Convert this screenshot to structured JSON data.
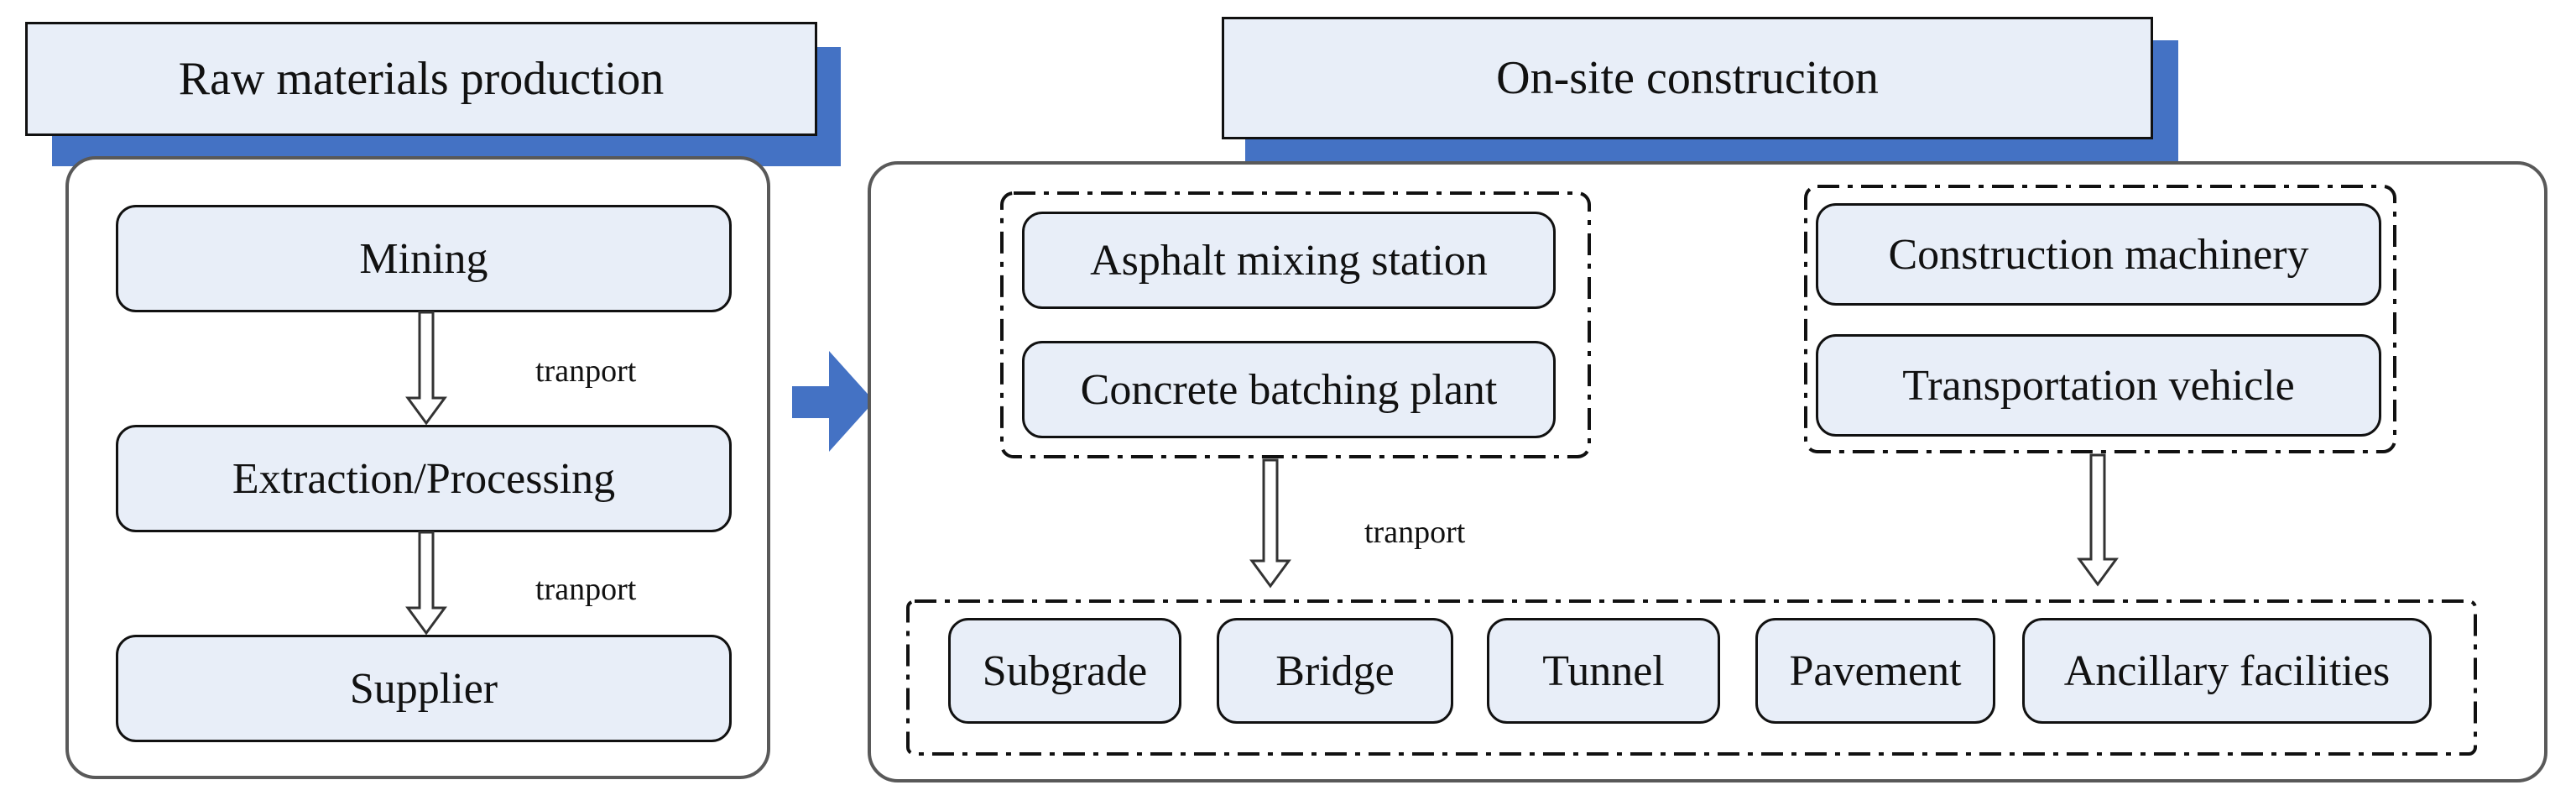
{
  "sections": {
    "raw": {
      "header": "Raw materials production",
      "steps": [
        "Mining",
        "Extraction/Processing",
        "Supplier"
      ],
      "transport_labels": [
        "tranport",
        "tranport"
      ]
    },
    "onsite": {
      "header": "On-site construciton",
      "plants": [
        "Asphalt mixing station",
        "Concrete batching plant"
      ],
      "machinery": [
        "Construction machinery",
        "Transportation vehicle"
      ],
      "transport_label": "tranport",
      "components": [
        "Subgrade",
        "Bridge",
        "Tunnel",
        "Pavement",
        "Ancillary facilities"
      ]
    }
  },
  "colors": {
    "box_fill": "#e8eef8",
    "accent_blue": "#4472c4",
    "panel_border": "#595959"
  }
}
